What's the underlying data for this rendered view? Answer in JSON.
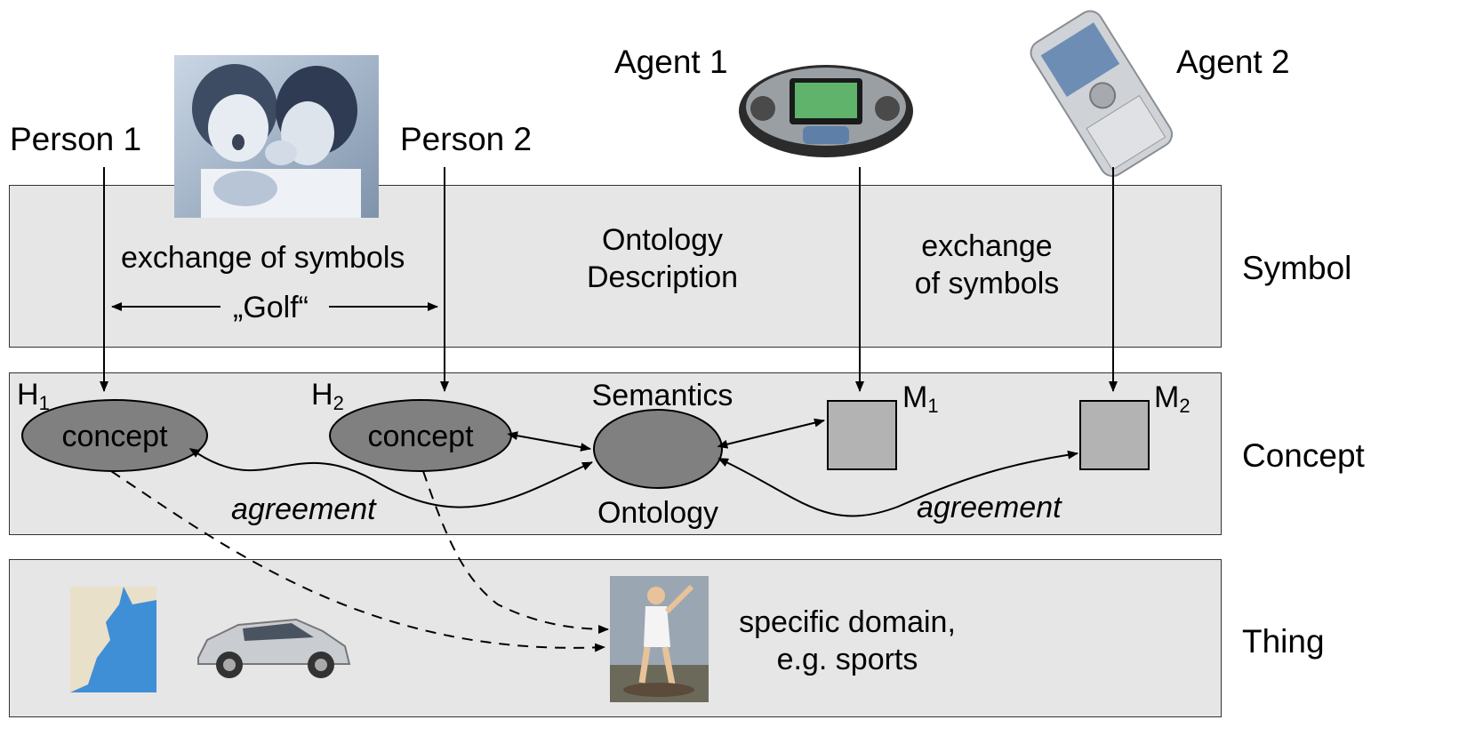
{
  "top": {
    "person1": "Person 1",
    "person2": "Person 2",
    "agent1": "Agent 1",
    "agent2": "Agent 2"
  },
  "layers": {
    "symbol": "Symbol",
    "concept": "Concept",
    "thing": "Thing"
  },
  "symbol_layer": {
    "exchange_left": "exchange of symbols",
    "golf": "„Golf“",
    "ontology_line1": "Ontology",
    "ontology_line2": "Description",
    "exchange_right_line1": "exchange",
    "exchange_right_line2": "of symbols"
  },
  "concept_layer": {
    "h": "H",
    "h1_sub": "1",
    "h2_sub": "2",
    "m": "M",
    "m1_sub": "1",
    "m2_sub": "2",
    "concept1": "concept",
    "concept2": "concept",
    "semantics": "Semantics",
    "ontology": "Ontology",
    "agreement_left": "agreement",
    "agreement_right": "agreement"
  },
  "thing_layer": {
    "domain_line1": "specific domain,",
    "domain_line2": "e.g. sports"
  },
  "colors": {
    "layer_bg": "#e6e6e6",
    "concept_fill": "#808080",
    "box_fill": "#b3b3b3"
  }
}
